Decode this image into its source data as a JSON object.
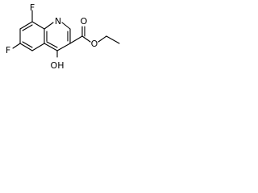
{
  "molecule": {
    "atom_labels": {
      "f_top": "F",
      "f_left": "F",
      "n_ring": "N",
      "o_carbonyl": "O",
      "o_ester": "O",
      "hydroxyl": "OH"
    }
  }
}
